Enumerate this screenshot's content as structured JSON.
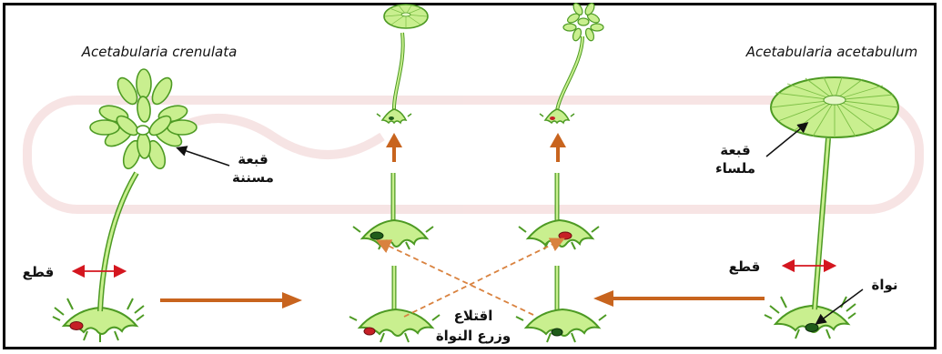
{
  "species": {
    "left": "Acetabularia crenulata",
    "right": "Acetabularia acetabulum"
  },
  "labels": {
    "left_cap_line1": "قبعة",
    "left_cap_line2": "مسننة",
    "right_cap_line1": "قبعة",
    "right_cap_line2": "ملساء",
    "cut_left": "قطع",
    "cut_right": "قطع",
    "nucleus": "نواة",
    "graft_line1": "اقتلاع",
    "graft_line2": "وزرع النواة"
  },
  "colors": {
    "plant_fill": "#c9ef8f",
    "plant_stroke": "#4d9a23",
    "nucleus_red": "#c62026",
    "nucleus_green": "#1f5c1a",
    "process_arrow": "#c8641e",
    "cut_arrow": "#d4161f",
    "frame": "#000000"
  }
}
